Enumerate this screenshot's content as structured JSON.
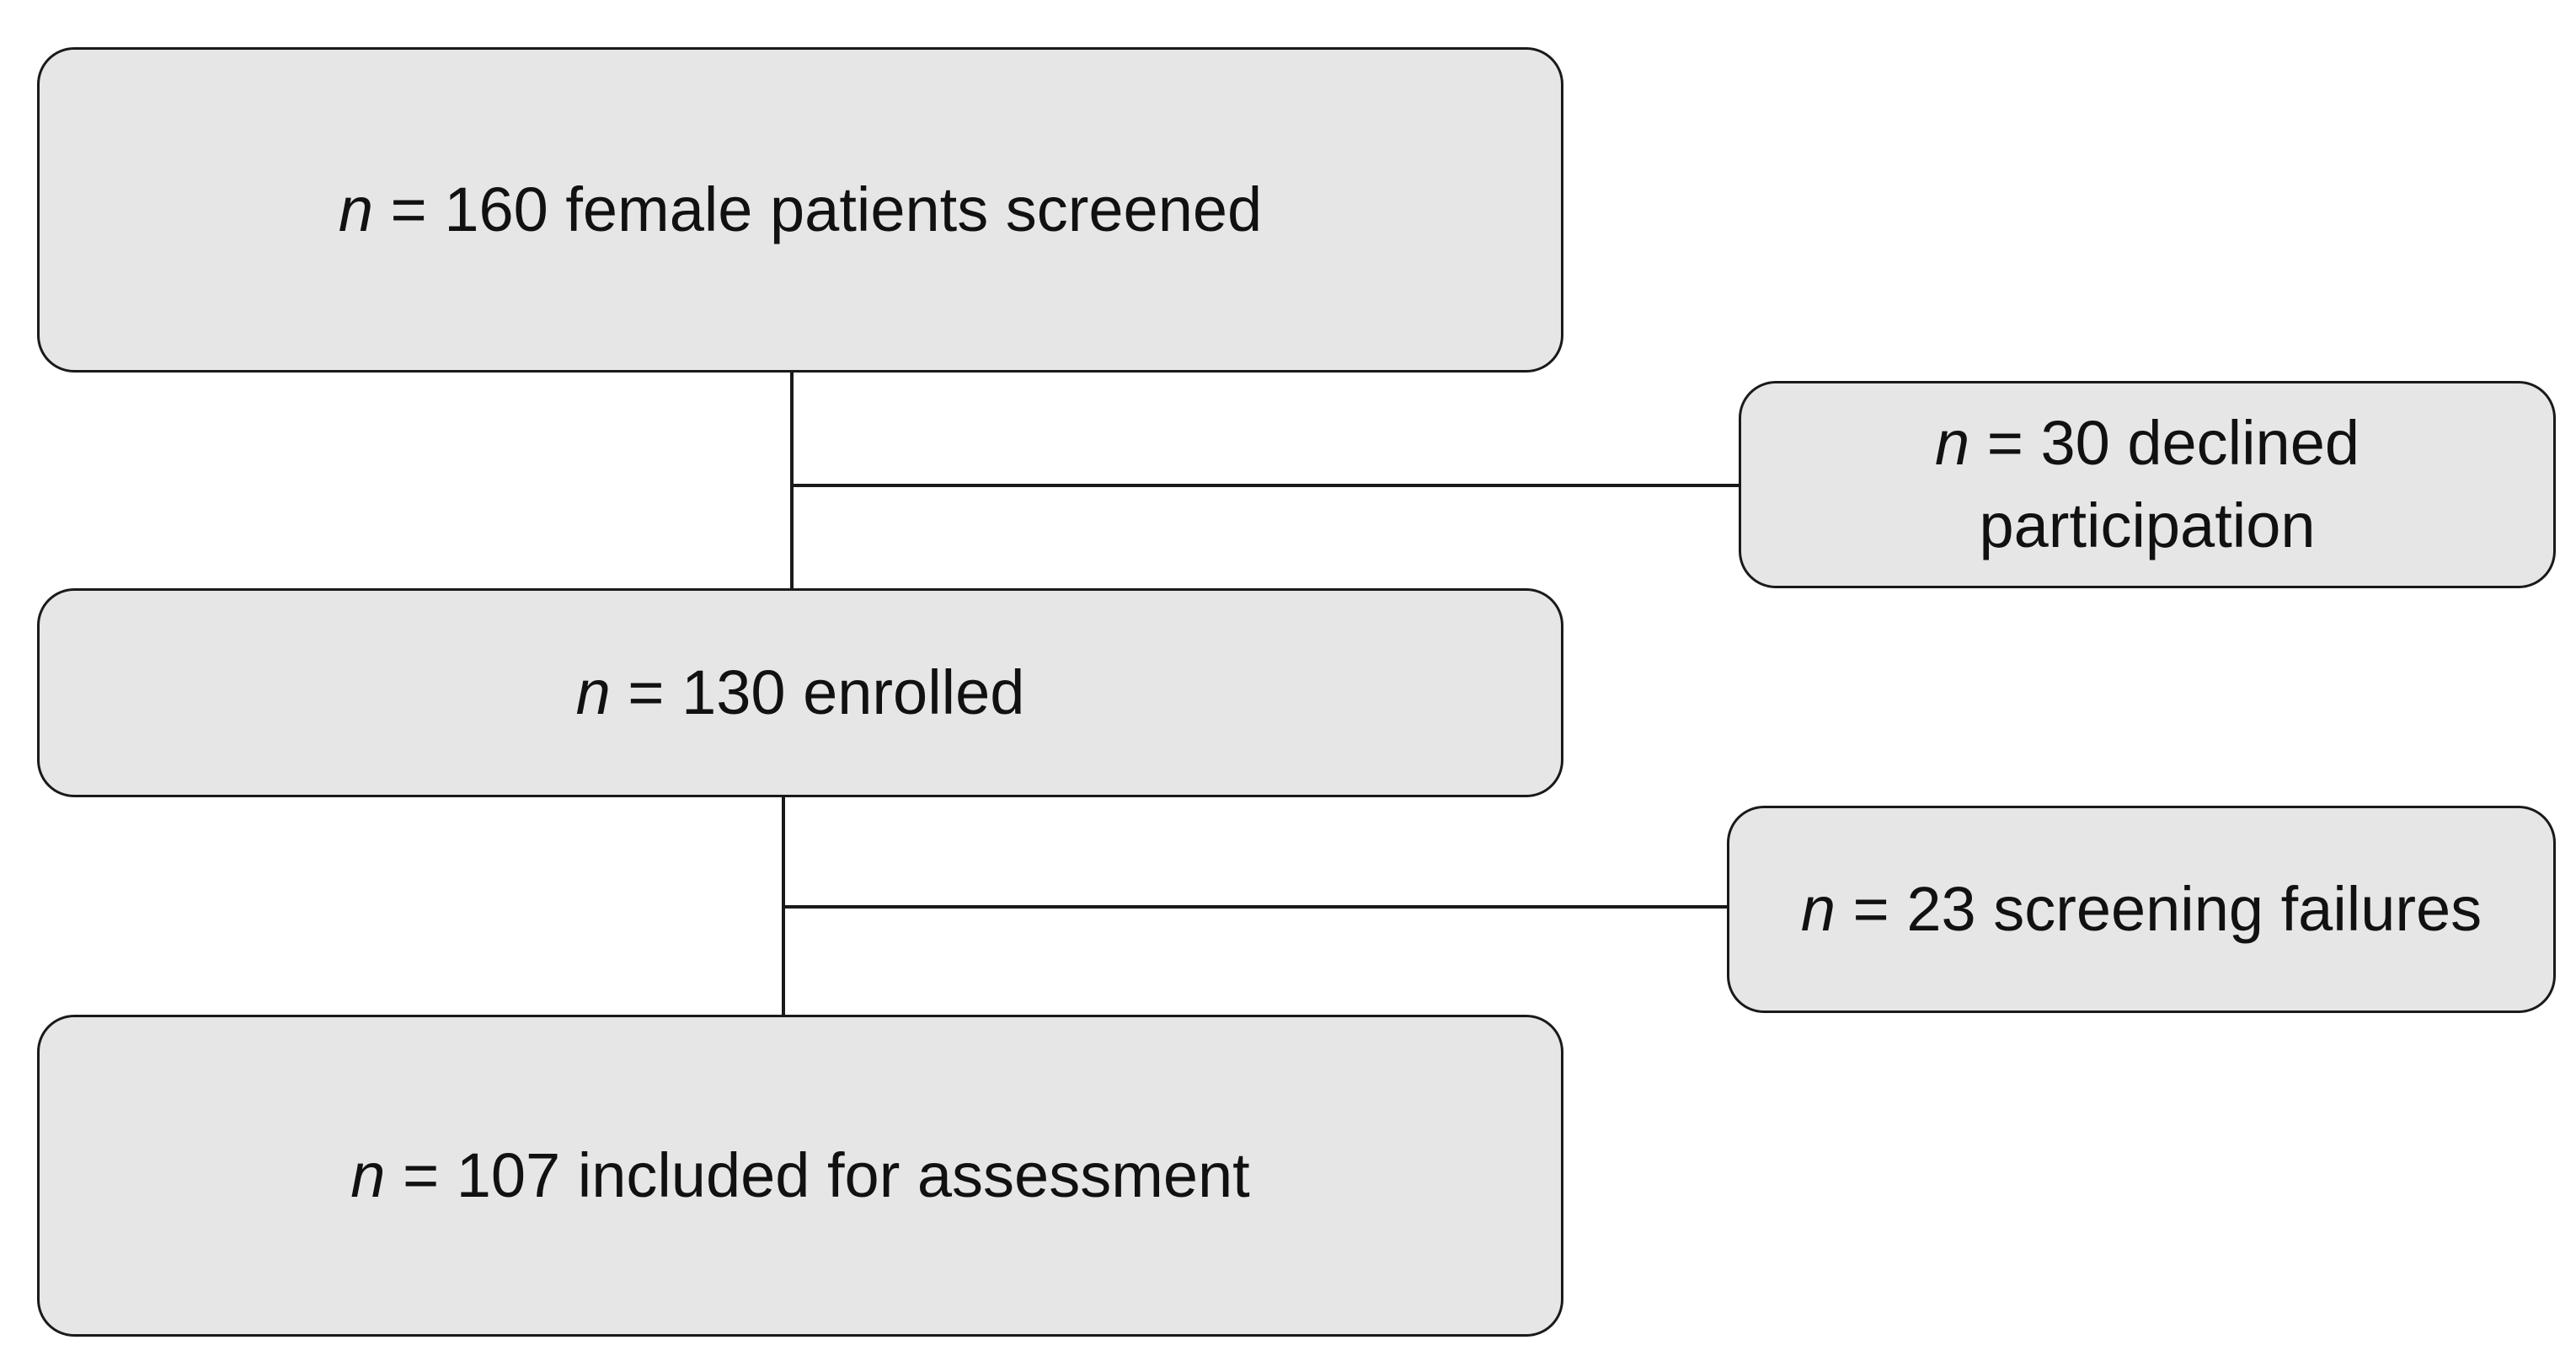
{
  "flowchart": {
    "screened": {
      "n_symbol": "n",
      "text": " = 160 female patients screened"
    },
    "declined": {
      "n_symbol": "n",
      "text_line1": " = 30 declined",
      "text_line2": "participation"
    },
    "enrolled": {
      "n_symbol": "n",
      "text": " = 130 enrolled"
    },
    "failures": {
      "n_symbol": "n",
      "text": " = 23 screening failures"
    },
    "included": {
      "n_symbol": "n",
      "text": " = 107 included for assessment"
    },
    "colors": {
      "box_fill": "#e6e6e6",
      "box_border": "#1a1a1a",
      "connector": "#1a1a1a",
      "background": "#ffffff"
    }
  }
}
